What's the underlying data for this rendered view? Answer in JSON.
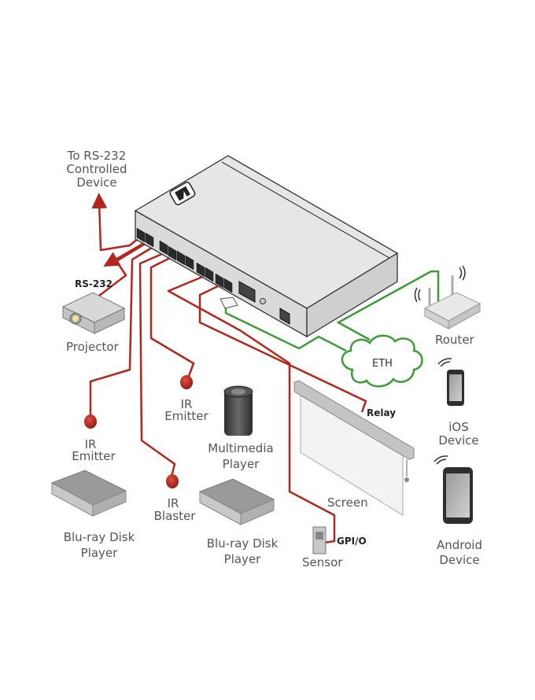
{
  "diagram": {
    "colors": {
      "control_cable": "#b3261e",
      "ethernet_cable": "#3e9a3a",
      "device_body": "#e3e3e3",
      "device_outline": "#444444",
      "ir_emitter": "#c0271f",
      "label_text": "#555555"
    },
    "labels": {
      "rs232_target": [
        "To RS-232",
        "Controlled",
        "Device"
      ],
      "rs232_port": "RS-232",
      "projector": "Projector",
      "ir_emitter_1": [
        "IR",
        "Emitter"
      ],
      "ir_emitter_2": [
        "IR",
        "Emitter"
      ],
      "ir_blaster": [
        "IR",
        "Blaster"
      ],
      "multimedia_player": [
        "Multimedia",
        "Player"
      ],
      "bluray_1": [
        "Blu-ray Disk",
        "Player"
      ],
      "bluray_2": [
        "Blu-ray Disk",
        "Player"
      ],
      "relay": "Relay",
      "screen": "Screen",
      "gpio": "GPI/O",
      "sensor": "Sensor",
      "eth": "ETH",
      "router": "Router",
      "ios": [
        "iOS",
        "Device"
      ],
      "android": [
        "Android",
        "Device"
      ]
    }
  }
}
